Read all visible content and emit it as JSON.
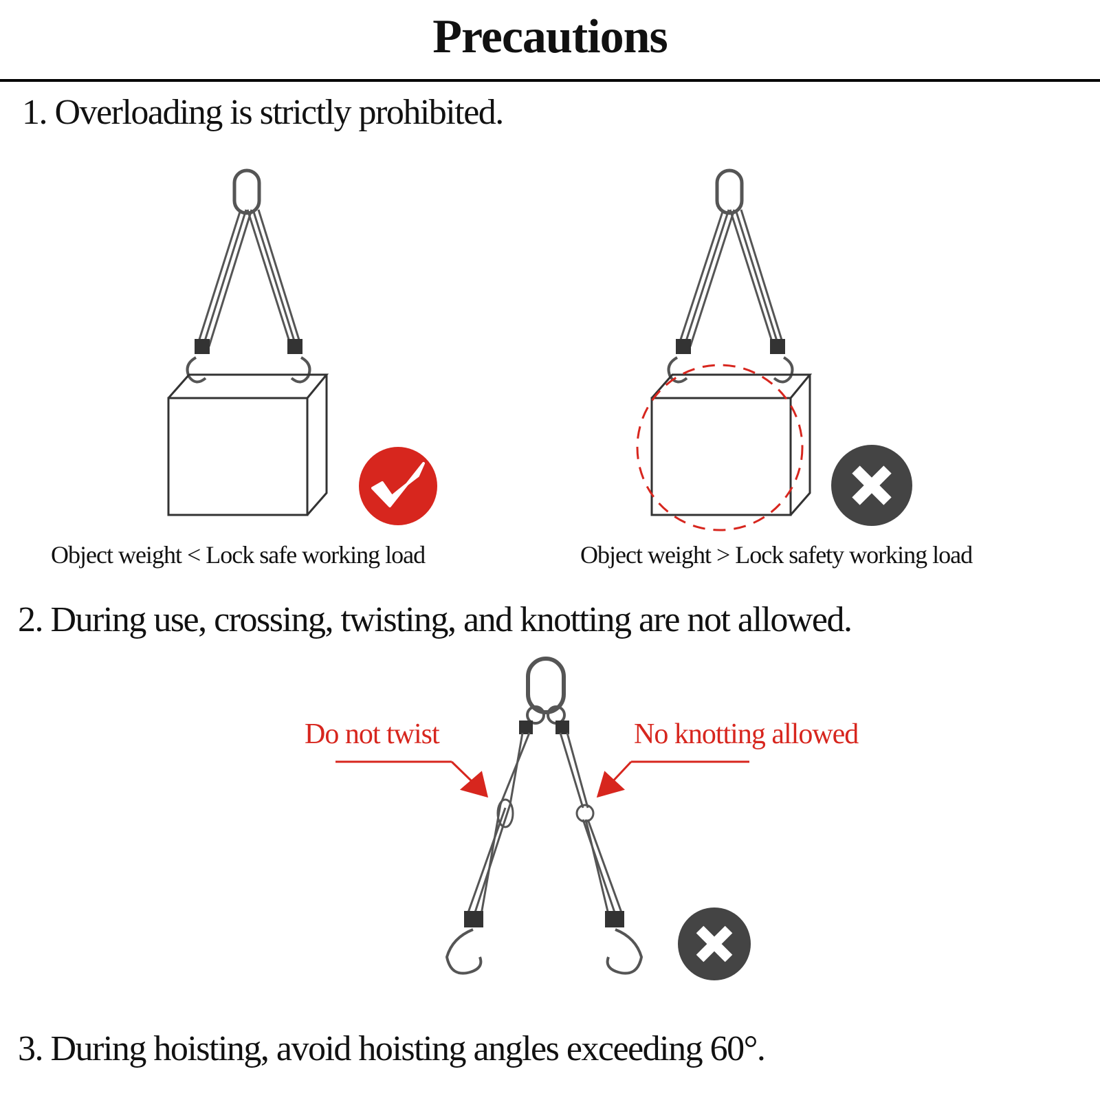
{
  "title": "Precautions",
  "sections": [
    {
      "heading": "1. Overloading is strictly prohibited."
    },
    {
      "heading": "2. During use, crossing, twisting, and knotting are not allowed."
    },
    {
      "heading": "3. During hoisting, avoid hoisting angles exceeding 60°."
    }
  ],
  "captions": {
    "ok": "Object weight < Lock safe working load",
    "bad": "Object weight > Lock safety working load"
  },
  "labels": {
    "twist": "Do not twist",
    "knot": "No knotting allowed"
  },
  "icons": {
    "ok": "check-icon",
    "bad": "cross-icon"
  },
  "colors": {
    "accent_red": "#d7261e",
    "badge_gray": "#444444"
  }
}
